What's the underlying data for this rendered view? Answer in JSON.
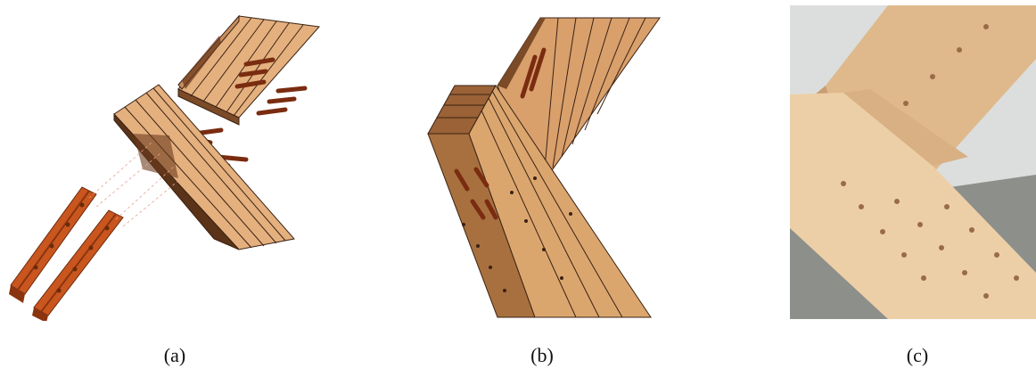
{
  "captions": {
    "a": "(a)",
    "b": "(b)",
    "c": "(c)"
  },
  "colors": {
    "wood_light": "#e4b07e",
    "wood_mid": "#c98e5c",
    "wood_dark": "#7b4a26",
    "wood_edge": "#3a2214",
    "steel_plate": "#c9561e",
    "dowel": "#a8401a",
    "photo_wall": "#dcdedd",
    "photo_floor": "#8d8f8a",
    "photo_wood": "#e8c59a"
  },
  "figure": {
    "panels": [
      "exploded-view",
      "assembled-view",
      "photograph"
    ]
  }
}
